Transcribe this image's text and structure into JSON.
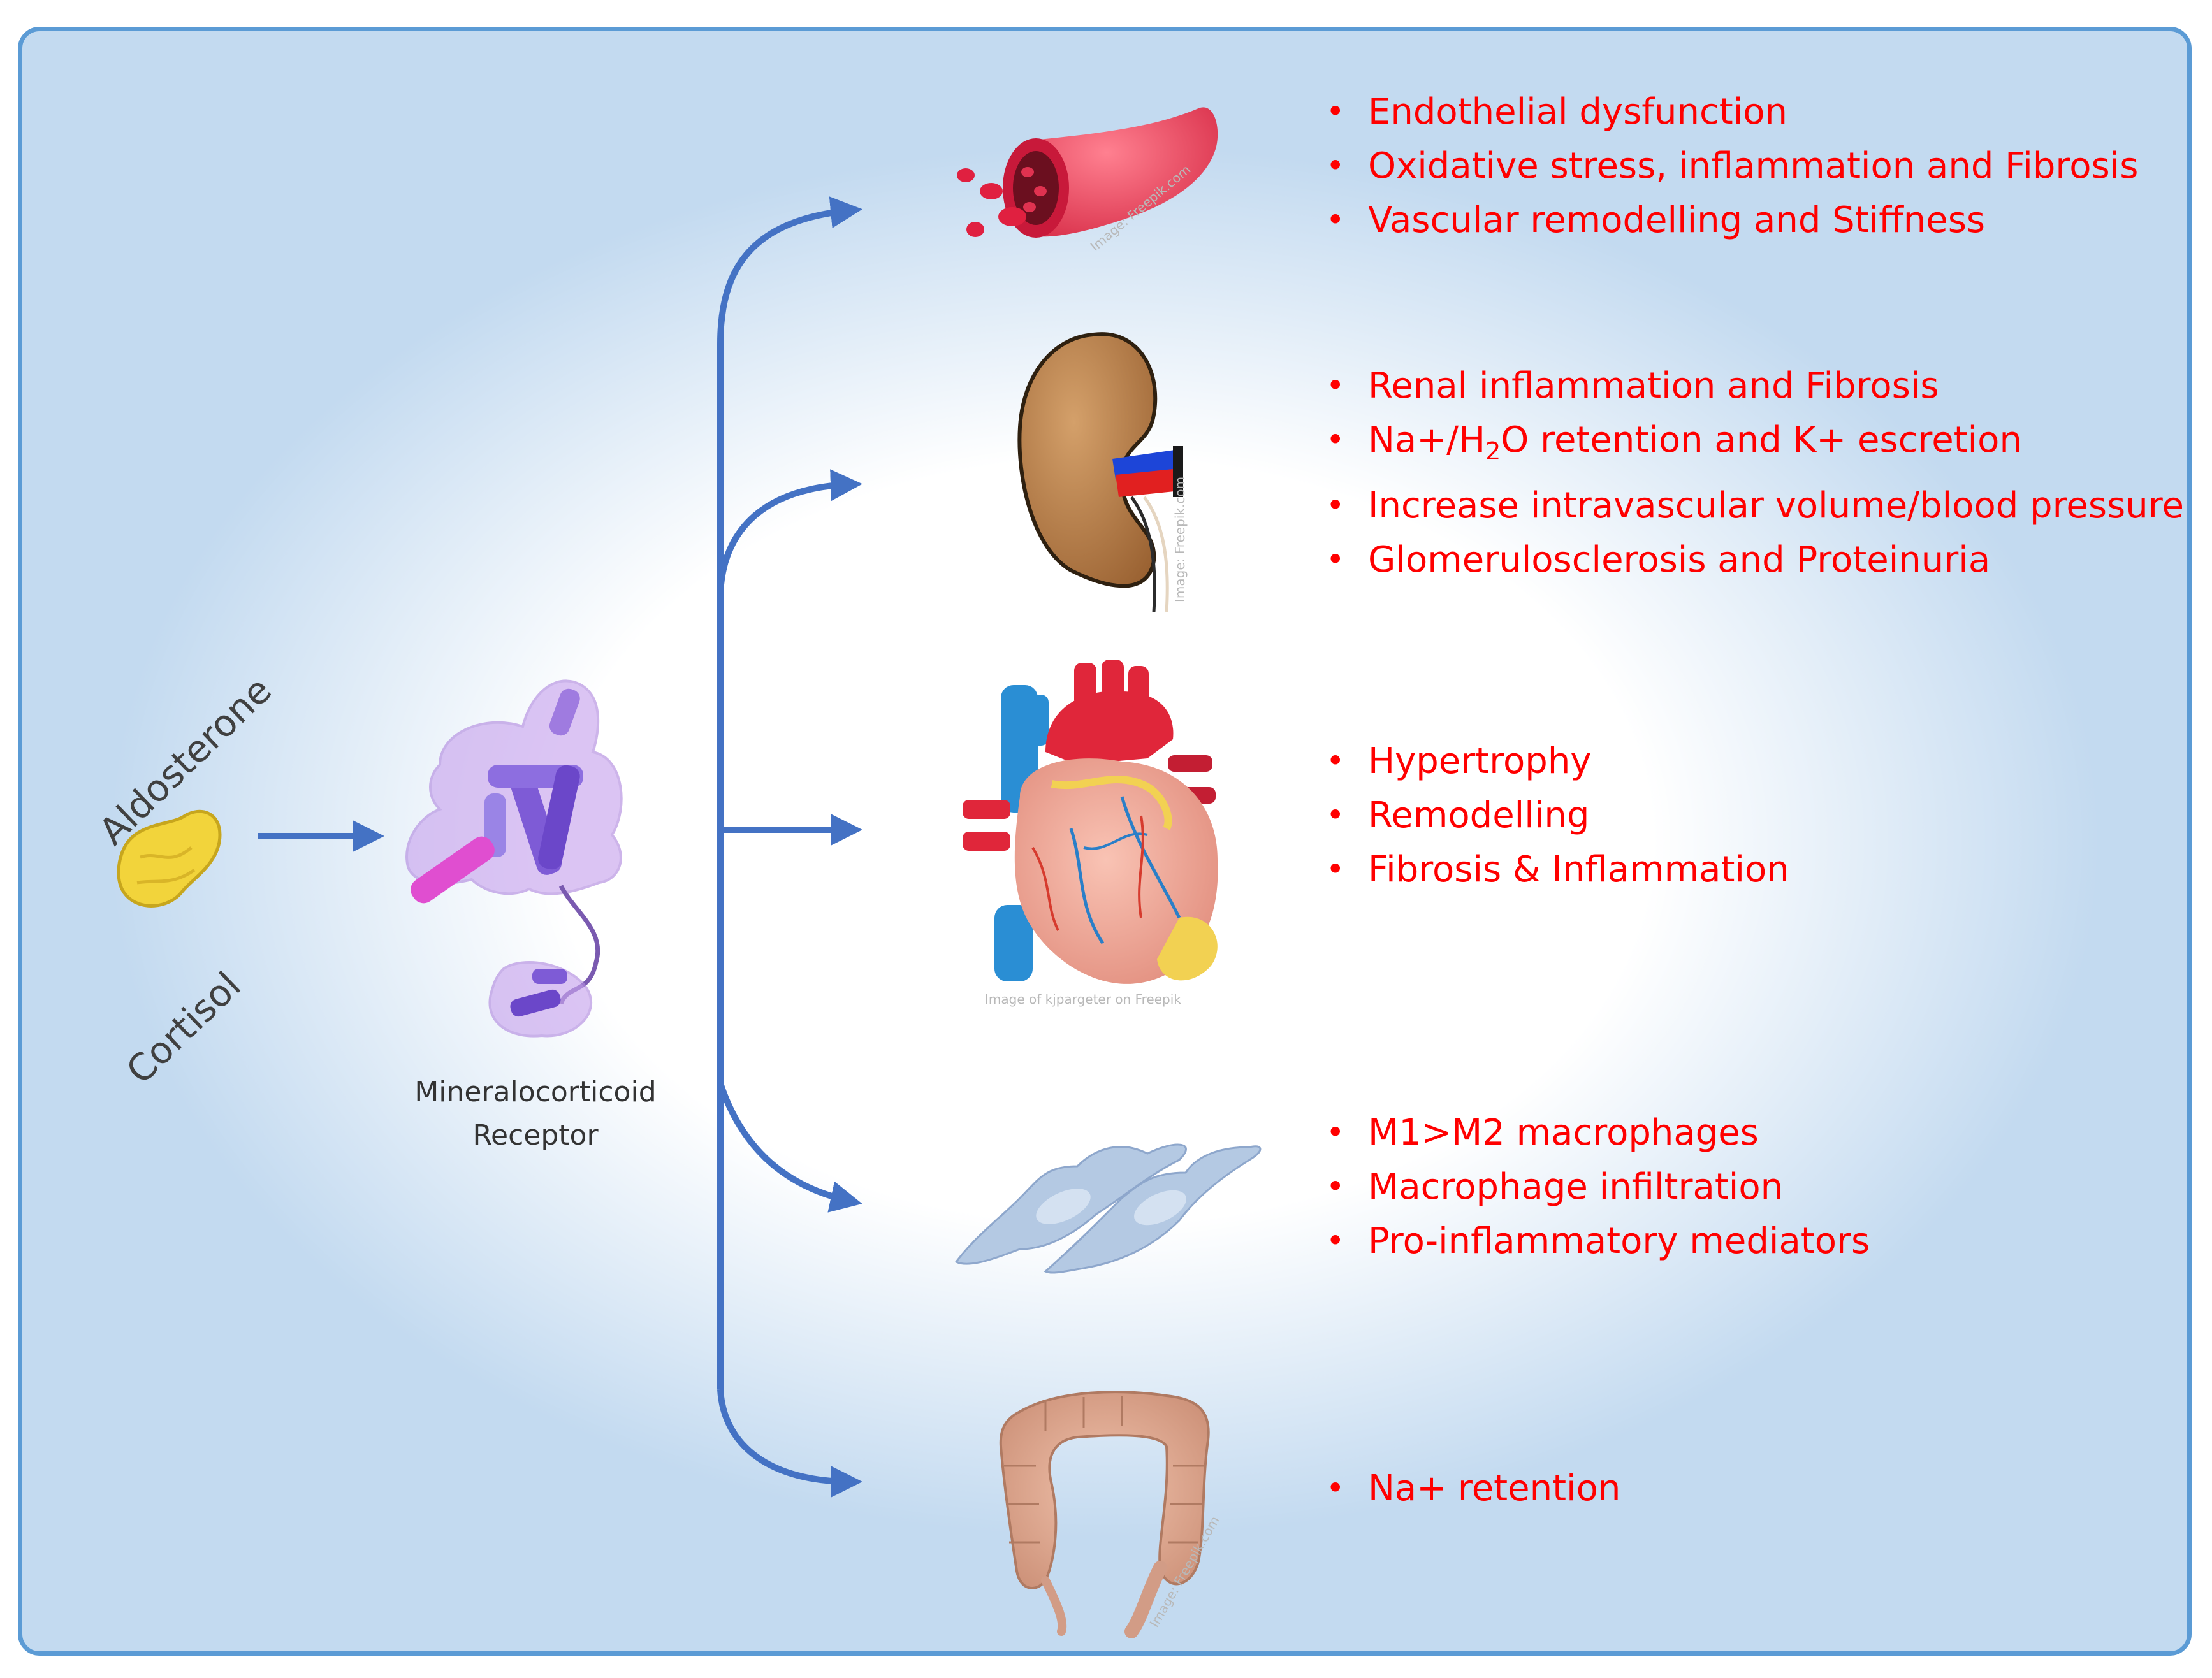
{
  "hormones": {
    "aldosterone": "Aldosterone",
    "cortisol": "Cortisol"
  },
  "receptor": {
    "line1": "Mineralocorticoid",
    "line2": "Receptor"
  },
  "targets": [
    {
      "organ": "blood-vessel",
      "credit": "Image: Freepik.com",
      "effects": [
        "Endothelial dysfunction",
        "Oxidative stress, inflammation and Fibrosis",
        "Vascular remodelling and Stiffness"
      ]
    },
    {
      "organ": "kidney",
      "credit": "Image: Freepik.com",
      "effects": [
        "Renal inflammation and Fibrosis",
        "Na+/H2O retention and K+ escretion",
        "Increase intravascular volume/blood pressure",
        "Glomerulosclerosis and Proteinuria"
      ]
    },
    {
      "organ": "heart",
      "credit": "Image of kjpargeter on Freepik",
      "effects": [
        "Hypertrophy",
        "Remodelling",
        "Fibrosis & Inflammation"
      ]
    },
    {
      "organ": "macrophages",
      "effects": [
        "M1>M2 macrophages",
        "Macrophage infiltration",
        "Pro-inflammatory mediators"
      ]
    },
    {
      "organ": "colon",
      "credit": "Image: Freepik.com",
      "effects": [
        "Na+ retention"
      ]
    }
  ],
  "colors": {
    "arrow": "#4472c4",
    "effect_text": "#ff0000",
    "panel_border": "#5b9bd5"
  }
}
